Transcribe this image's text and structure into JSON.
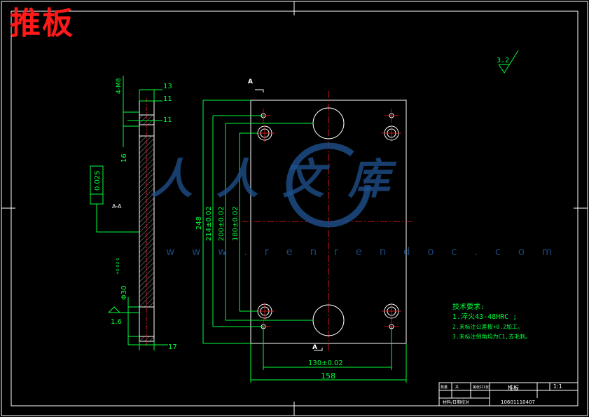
{
  "title": "推板",
  "roughness": "3.2",
  "section_label": "A",
  "section_view_label": "A-A",
  "flatness": "0.025",
  "dims": {
    "d13": "13",
    "d11a": "11",
    "d11b": "11",
    "d16": "16",
    "d17": "17",
    "thread": "4-M8",
    "bore": "Φ30",
    "bore_tol": "+0.02 0",
    "d248": "248",
    "d214": "214±0.02",
    "d200": "200±0.02",
    "d180": "180±0.02",
    "d130": "130±0.02",
    "d158": "158",
    "d16b": "1.6"
  },
  "notes": {
    "heading": "技术要求:",
    "items": [
      "1.淬火43-48HRC ;",
      "2.未标注公差按+0.2加工。",
      "3.未标注倒角均为C1,去毛刺。"
    ]
  },
  "title_block": {
    "part_name": "推板",
    "scale": "1:1",
    "number": "10601110407",
    "cells": [
      "数量",
      "共",
      "第张共1张",
      "材料/日期校对"
    ]
  },
  "watermark": {
    "text": "人人文库",
    "url": "w w w . r e n r e n d o c . c o m"
  }
}
